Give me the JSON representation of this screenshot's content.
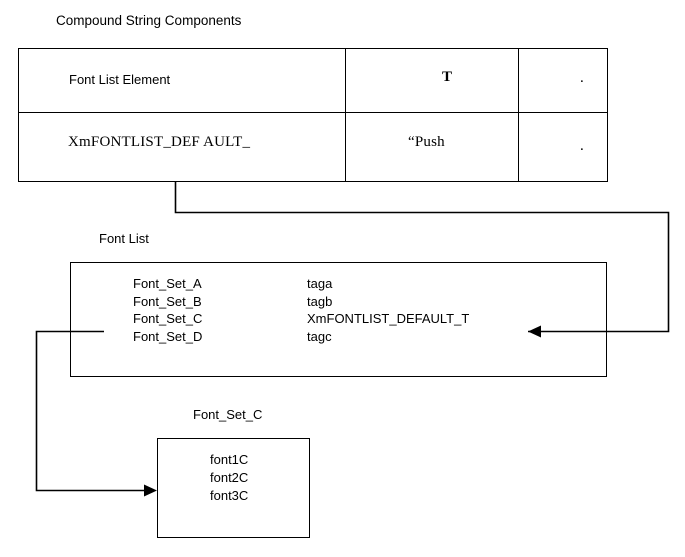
{
  "diagram": {
    "title": "Compound String Components",
    "table": {
      "columns": [
        "col-1",
        "col-2",
        "col-3"
      ],
      "rows": [
        {
          "c1": "Font List Element",
          "c2": "T",
          "c3": "."
        },
        {
          "c1": "XmFONTLIST_DEF AULT_",
          "c2": "“Push",
          "c3": "."
        }
      ]
    },
    "font_list": {
      "label": "Font List",
      "entries": [
        {
          "name": "Font_Set_A",
          "tag": "taga"
        },
        {
          "name": "Font_Set_B",
          "tag": "tagb"
        },
        {
          "name": "Font_Set_C",
          "tag": "XmFONTLIST_DEFAULT_T"
        },
        {
          "name": "Font_Set_D",
          "tag": "tagc"
        }
      ]
    },
    "font_set_c": {
      "label": "Font_Set_C",
      "fonts": [
        "font1C",
        "font2C",
        "font3C"
      ]
    },
    "colors": {
      "stroke": "#000000",
      "background": "#ffffff",
      "text": "#000000"
    }
  }
}
